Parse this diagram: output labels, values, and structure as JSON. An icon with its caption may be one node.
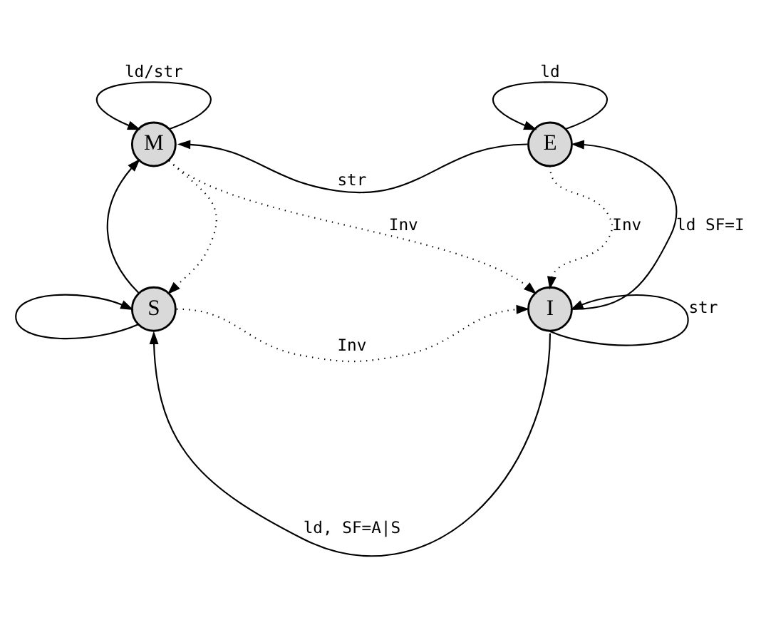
{
  "diagram": {
    "nodes": [
      {
        "text": [
          "M"
        ]
      },
      {
        "text": [
          "E"
        ]
      },
      {
        "text": [
          "S"
        ]
      },
      {
        "text": [
          "I"
        ]
      }
    ],
    "edges": [
      {
        "from": 0,
        "to": 0,
        "arrow": "to",
        "label": "ld/str"
      },
      {
        "from": 1,
        "to": 1,
        "arrow": "to",
        "label": "ld"
      },
      {
        "from": 1,
        "to": 0,
        "arrow": "to",
        "label": "str"
      },
      {
        "from": 0,
        "to": 3,
        "arrow": "to",
        "label": "Inv",
        "style": "dashed"
      },
      {
        "from": 0,
        "to": 2,
        "arrow": "to",
        "style": "dashed"
      },
      {
        "from": 1,
        "to": 3,
        "arrow": "to",
        "label": "Inv",
        "style": "dashed"
      },
      {
        "from": 2,
        "to": 0,
        "arrow": "to"
      },
      {
        "from": 3,
        "to": 1,
        "arrow": "to",
        "label": "ld SF=I"
      },
      {
        "from": 2,
        "to": 3,
        "arrow": "to",
        "label": "Inv",
        "style": "dashed"
      },
      {
        "from": 2,
        "to": 2,
        "arrow": "to"
      },
      {
        "from": 3,
        "to": 3,
        "arrow": "to",
        "label": "str"
      },
      {
        "from": 3,
        "to": 2,
        "arrow": "to",
        "label": "ld, SF=A|S"
      }
    ]
  }
}
